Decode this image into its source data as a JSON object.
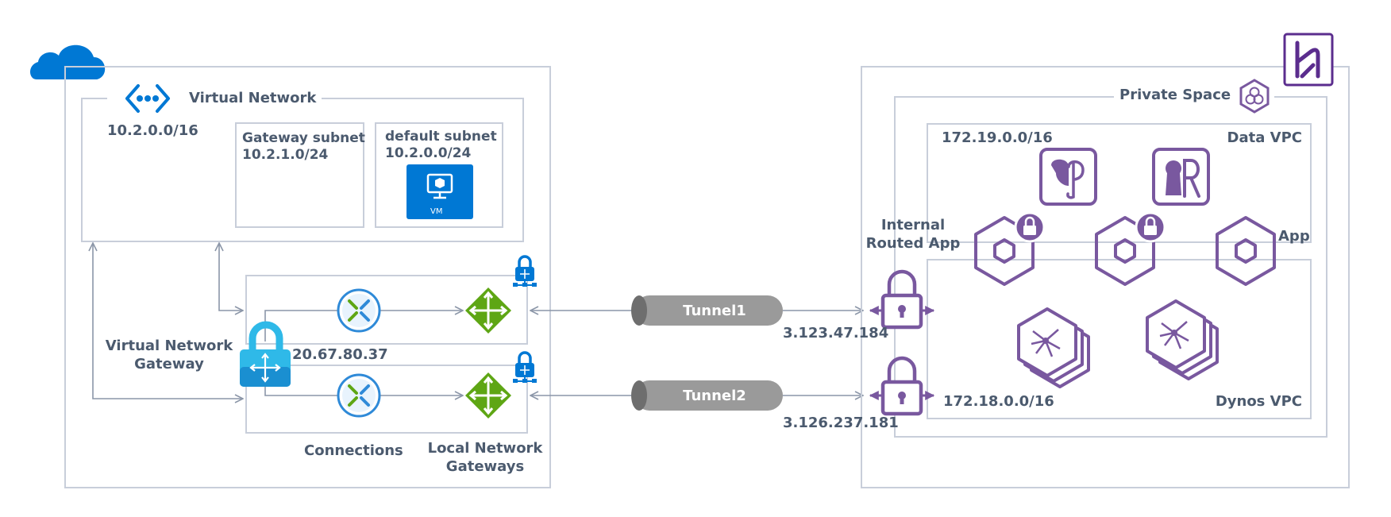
{
  "azure": {
    "virtual_network_title": "Virtual Network",
    "vnet_cidr": "10.2.0.0/16",
    "gateway_subnet": {
      "name": "Gateway subnet",
      "cidr": "10.2.1.0/24"
    },
    "default_subnet": {
      "name": "default subnet",
      "cidr": "10.2.0.0/24",
      "vm_label": "VM"
    },
    "vng_label_line1": "Virtual Network",
    "vng_label_line2": "Gateway",
    "vng_public_ip": "20.67.80.37",
    "connections_label": "Connections",
    "lng_label_line1": "Local Network",
    "lng_label_line2": "Gateways"
  },
  "tunnels": [
    {
      "name": "Tunnel1",
      "endpoint_ip": "3.123.47.184"
    },
    {
      "name": "Tunnel2",
      "endpoint_ip": "3.126.237.181"
    }
  ],
  "heroku": {
    "private_space_title": "Private Space",
    "data_vpc": {
      "name": "Data VPC",
      "cidr": "172.19.0.0/16"
    },
    "dynos_vpc": {
      "name": "Dynos VPC",
      "cidr": "172.18.0.0/16"
    },
    "internal_routed_app_line1": "Internal",
    "internal_routed_app_line2": "Routed App",
    "app_label": "App"
  },
  "colors": {
    "azure_blue": "#0078d4",
    "heroku_purple": "#79589f",
    "gateway_green": "#5ea614",
    "tunnel_gray": "#9a9a9a",
    "box_border": "#c8ceda",
    "text": "#4b5a6e"
  }
}
